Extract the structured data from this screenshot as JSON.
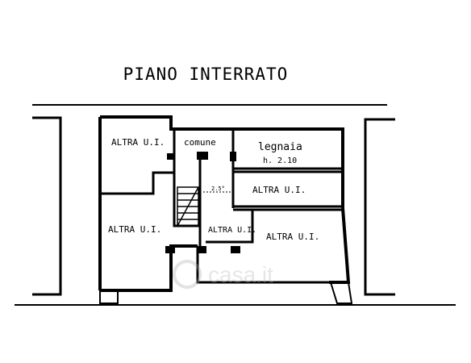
{
  "plan": {
    "title": "PIANO INTERRATO",
    "rooms": {
      "top_left": "ALTRA U.I.",
      "common": "comune",
      "storage_name": "legnaia",
      "storage_height": "h. 2.10",
      "right_middle": "ALTRA U.I.",
      "left_large": "ALTRA U.I.",
      "center_small": "ALTRA U.I.",
      "right_large": "ALTRA U.I."
    },
    "stair_label": "2.5°",
    "watermark": "casa.it"
  },
  "colors": {
    "ink": "#000000",
    "paper": "#ffffff",
    "watermark": "#c8c8c8"
  }
}
